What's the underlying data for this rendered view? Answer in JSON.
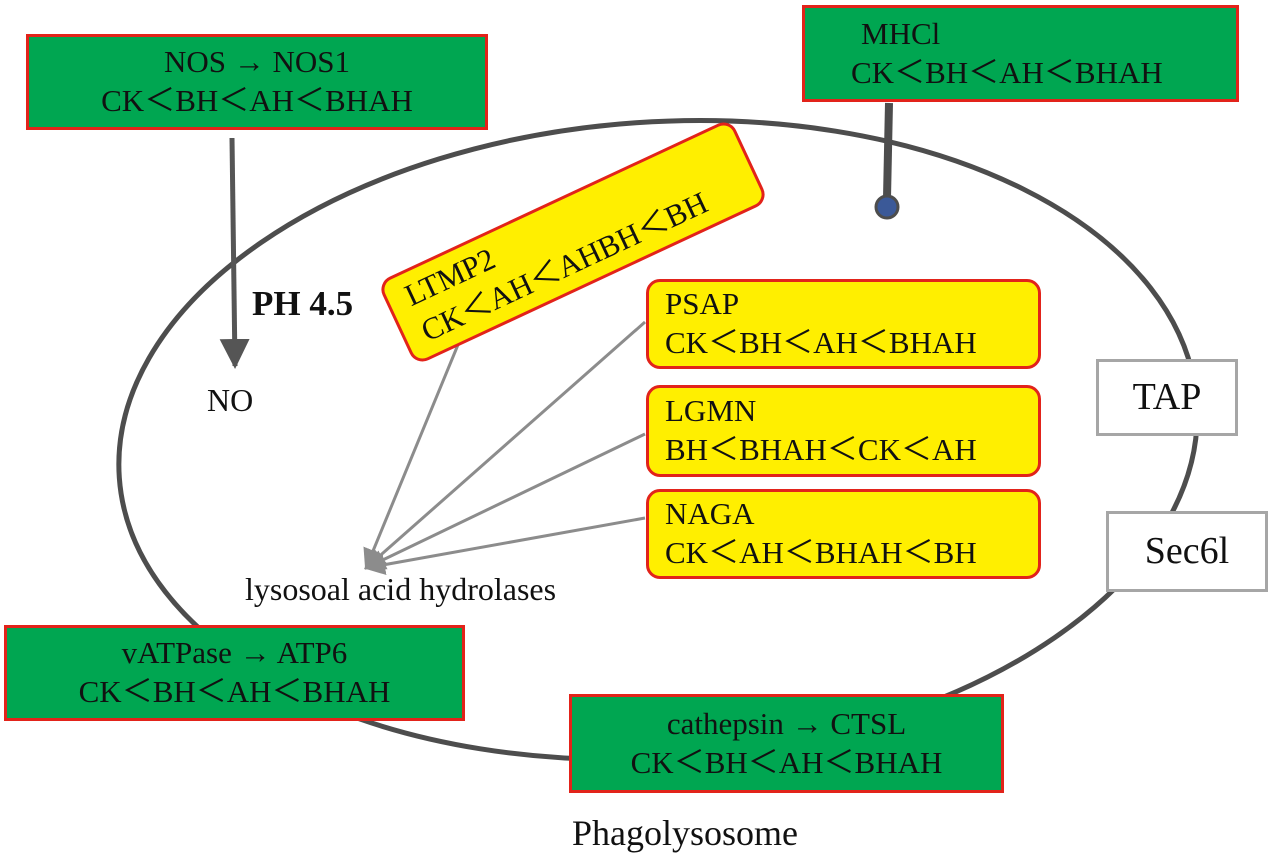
{
  "colors": {
    "green_fill": "#00a651",
    "yellow_fill": "#ffef00",
    "border_red": "#e2231a",
    "ellipse_stroke": "#4d4d4d",
    "arrow_gray": "#8c8c8c",
    "white_box_border": "#a6a6a6"
  },
  "nos": {
    "line1": "NOS → NOS1",
    "line2": "CK＜BH＜AH＜BHAH"
  },
  "mhc": {
    "line1": "MHCl",
    "line2": "CK＜BH＜AH＜BHAH"
  },
  "ltmp2": {
    "line1": "LTMP2",
    "line2": "CK＜AH＜AHBH＜BH"
  },
  "psap": {
    "line1": "PSAP",
    "line2": "CK＜BH＜AH＜BHAH"
  },
  "lgmn": {
    "line1": "LGMN",
    "line2": "BH＜BHAH＜CK＜AH"
  },
  "naga": {
    "line1": "NAGA",
    "line2": "CK＜AH＜BHAH＜BH"
  },
  "vatpase": {
    "line1": "vATPase → ATP6",
    "line2": "CK＜BH＜AH＜BHAH"
  },
  "cathepsin": {
    "line1": "cathepsin → CTSL",
    "line2": "CK＜BH＜AH＜BHAH"
  },
  "tap": {
    "label": "TAP"
  },
  "sec61": {
    "label": "Sec6l"
  },
  "ph_label": "PH 4.5",
  "no_label": "NO",
  "hydrolases_label": "lysosoal acid hydrolases",
  "organelle_label": "Phagolysosome"
}
